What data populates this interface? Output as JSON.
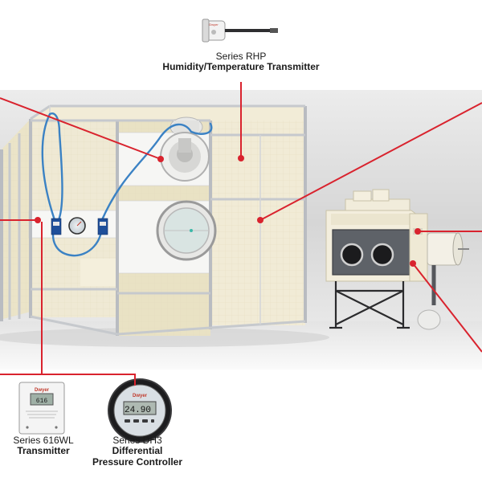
{
  "labels": {
    "rhp": {
      "series": "Series RHP",
      "product": "Humidity/Temperature Transmitter"
    },
    "wl616": {
      "series": "Series 616WL",
      "product": "Transmitter"
    },
    "dh3": {
      "series": "Series DH3",
      "product_line1": "Differential",
      "product_line2": "Pressure Controller"
    }
  },
  "devices": {
    "wl616_display": "616",
    "dh3_display": "24.90",
    "dh3_brand": "Dwyer",
    "rhp_brand": "Dwyer"
  },
  "colors": {
    "callout_line": "#d9232e",
    "frame": "#b9bcc1",
    "wall": "#efe9d4",
    "tubing": "#3b82c4",
    "backdrop": "#d8d8d8"
  }
}
